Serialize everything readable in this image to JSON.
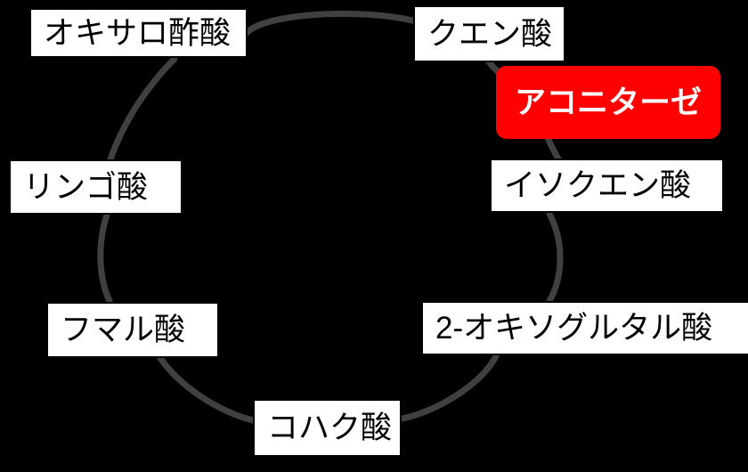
{
  "diagram": {
    "title": "TCA cycle (citric acid cycle) with aconitase highlighted",
    "background_color": "#000000",
    "arc_color": "#404040",
    "node_fill": "#ffffff",
    "node_border": "#000000",
    "enzyme_fill": "#ff0000",
    "enzyme_text_color": "#ffffff"
  },
  "nodes": [
    {
      "id": "oxaloacetate",
      "label": "オキサロ酢酸"
    },
    {
      "id": "citrate",
      "label": "クエン酸"
    },
    {
      "id": "isocitrate",
      "label": "イソクエン酸"
    },
    {
      "id": "oxoglutarate",
      "label": "2-オキソグルタル酸"
    },
    {
      "id": "succinate",
      "label": "コハク酸"
    },
    {
      "id": "fumarate",
      "label": "フマル酸"
    },
    {
      "id": "malate",
      "label": "リンゴ酸"
    }
  ],
  "enzymes": [
    {
      "id": "aconitase",
      "label": "アコニターゼ"
    }
  ]
}
